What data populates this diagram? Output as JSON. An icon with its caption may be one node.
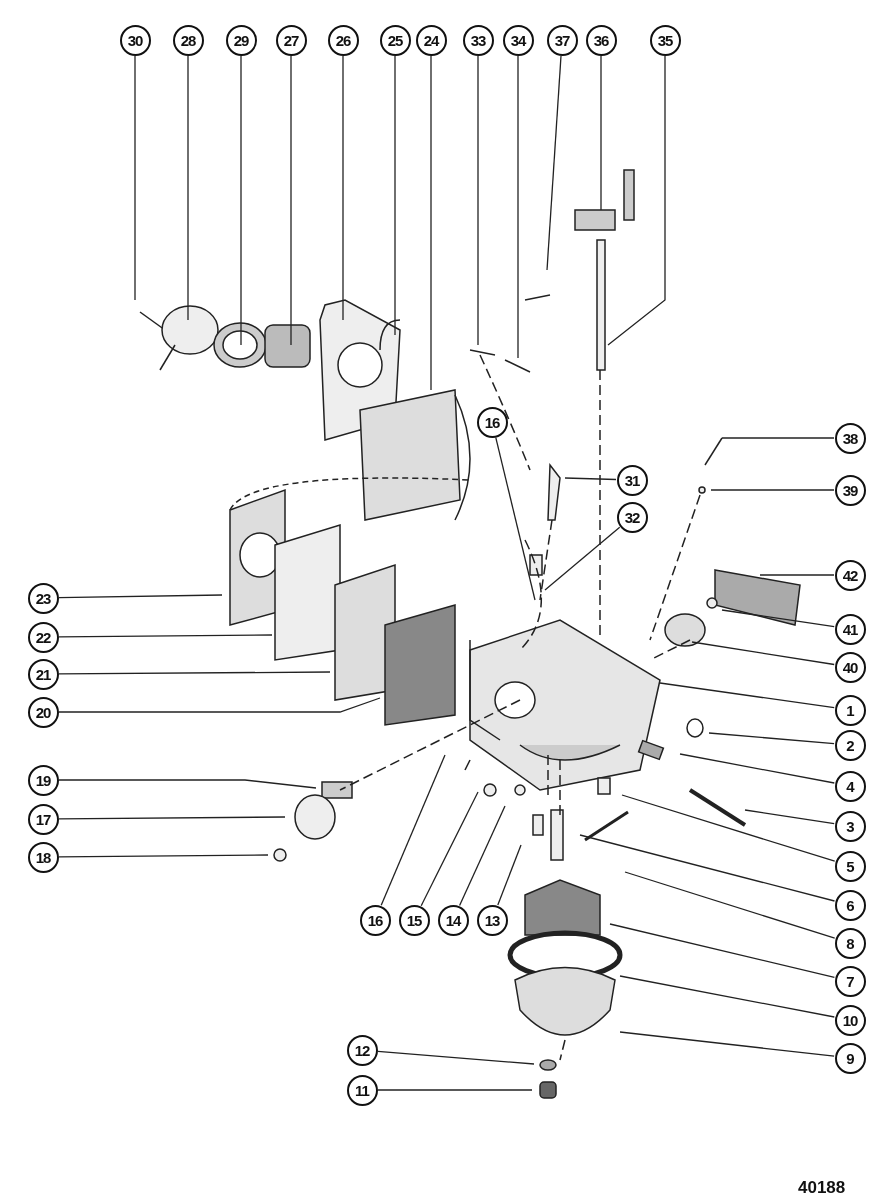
{
  "diagram": {
    "nodes": [
      {
        "text": [
          "30"
        ]
      },
      {
        "text": [
          "28"
        ]
      },
      {
        "text": [
          "29"
        ]
      },
      {
        "text": [
          "27"
        ]
      },
      {
        "text": [
          "26"
        ]
      },
      {
        "text": [
          "25"
        ]
      },
      {
        "text": [
          "24"
        ]
      },
      {
        "text": [
          "33"
        ]
      },
      {
        "text": [
          "34"
        ]
      },
      {
        "text": [
          "37"
        ]
      },
      {
        "text": [
          "36"
        ]
      },
      {
        "text": [
          "35"
        ]
      },
      {
        "text": [
          "16"
        ]
      },
      {
        "text": [
          "38"
        ]
      },
      {
        "text": [
          "31"
        ]
      },
      {
        "text": [
          "39"
        ]
      },
      {
        "text": [
          "32"
        ]
      },
      {
        "text": [
          "42"
        ]
      },
      {
        "text": [
          "23"
        ]
      },
      {
        "text": [
          "41"
        ]
      },
      {
        "text": [
          "22"
        ]
      },
      {
        "text": [
          "40"
        ]
      },
      {
        "text": [
          "21"
        ]
      },
      {
        "text": [
          "1"
        ]
      },
      {
        "text": [
          "20"
        ]
      },
      {
        "text": [
          "2"
        ]
      },
      {
        "text": [
          "19"
        ]
      },
      {
        "text": [
          "4"
        ]
      },
      {
        "text": [
          "17"
        ]
      },
      {
        "text": [
          "3"
        ]
      },
      {
        "text": [
          "18"
        ]
      },
      {
        "text": [
          "5"
        ]
      },
      {
        "text": [
          "6"
        ]
      },
      {
        "text": [
          "16"
        ]
      },
      {
        "text": [
          "15"
        ]
      },
      {
        "text": [
          "14"
        ]
      },
      {
        "text": [
          "13"
        ]
      },
      {
        "text": [
          "8"
        ]
      },
      {
        "text": [
          "7"
        ]
      },
      {
        "text": [
          "10"
        ]
      },
      {
        "text": [
          "12"
        ]
      },
      {
        "text": [
          "9"
        ]
      },
      {
        "text": [
          "11"
        ]
      }
    ],
    "edges": [
      {
        "from": 0,
        "to": null,
        "arrow": "none"
      },
      {
        "from": 1,
        "to": null,
        "arrow": "none"
      },
      {
        "from": 2,
        "to": null,
        "arrow": "none"
      },
      {
        "from": 3,
        "to": null,
        "arrow": "none"
      },
      {
        "from": 4,
        "to": null,
        "arrow": "none"
      },
      {
        "from": 5,
        "to": null,
        "arrow": "none"
      },
      {
        "from": 6,
        "to": null,
        "arrow": "none"
      },
      {
        "from": 7,
        "to": null,
        "arrow": "none"
      },
      {
        "from": 8,
        "to": null,
        "arrow": "none"
      },
      {
        "from": 9,
        "to": null,
        "arrow": "none"
      },
      {
        "from": 10,
        "to": null,
        "arrow": "none"
      },
      {
        "from": 11,
        "to": null,
        "arrow": "none"
      },
      {
        "from": 12,
        "to": null,
        "arrow": "none"
      },
      {
        "from": 13,
        "to": null,
        "arrow": "none"
      },
      {
        "from": 14,
        "to": null,
        "arrow": "none"
      },
      {
        "from": 15,
        "to": null,
        "arrow": "none"
      },
      {
        "from": 16,
        "to": null,
        "arrow": "none"
      },
      {
        "from": 17,
        "to": null,
        "arrow": "none"
      },
      {
        "from": 18,
        "to": null,
        "arrow": "none"
      },
      {
        "from": 19,
        "to": null,
        "arrow": "none"
      },
      {
        "from": 20,
        "to": null,
        "arrow": "none"
      },
      {
        "from": 21,
        "to": null,
        "arrow": "none"
      },
      {
        "from": 22,
        "to": null,
        "arrow": "none"
      },
      {
        "from": 23,
        "to": null,
        "arrow": "none"
      },
      {
        "from": 24,
        "to": null,
        "arrow": "none"
      },
      {
        "from": 25,
        "to": null,
        "arrow": "none"
      },
      {
        "from": 26,
        "to": null,
        "arrow": "none"
      },
      {
        "from": 27,
        "to": null,
        "arrow": "none"
      },
      {
        "from": 28,
        "to": null,
        "arrow": "none"
      },
      {
        "from": 29,
        "to": null,
        "arrow": "none"
      },
      {
        "from": 30,
        "to": null,
        "arrow": "none"
      },
      {
        "from": 31,
        "to": null,
        "arrow": "none"
      },
      {
        "from": 32,
        "to": null,
        "arrow": "none"
      },
      {
        "from": 33,
        "to": null,
        "arrow": "none"
      },
      {
        "from": 34,
        "to": null,
        "arrow": "none"
      },
      {
        "from": 35,
        "to": null,
        "arrow": "none"
      },
      {
        "from": 36,
        "to": null,
        "arrow": "none"
      },
      {
        "from": 37,
        "to": null,
        "arrow": "none"
      },
      {
        "from": 38,
        "to": null,
        "arrow": "none"
      },
      {
        "from": 39,
        "to": null,
        "arrow": "none"
      },
      {
        "from": 40,
        "to": null,
        "arrow": "none"
      },
      {
        "from": 41,
        "to": null,
        "arrow": "none"
      },
      {
        "from": 42,
        "to": null,
        "arrow": "none"
      }
    ],
    "labels": [
      "40188"
    ]
  }
}
